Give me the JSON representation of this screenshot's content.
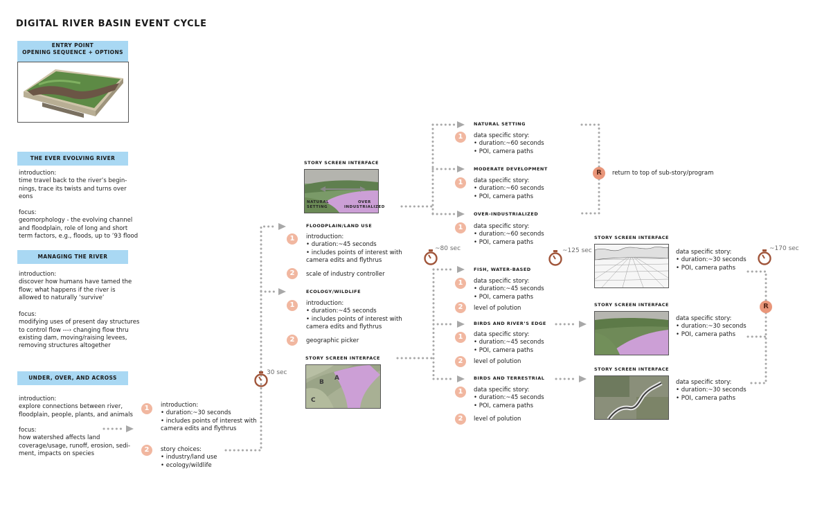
{
  "title": "DIGITAL RIVER BASIN EVENT CYCLE",
  "entry": {
    "line1": "ENTRY POINT",
    "line2": "OPENING SEQUENCE + OPTIONS"
  },
  "sections": [
    {
      "head": "THE EVER EVOLVING RIVER",
      "intro": "introduction:\ntime travel back to the river’s begin-\nnings, trace its twists and turns over\neons",
      "focus": "focus:\ngeomorphology - the evolving channel\nand floodplain, role of long and short\nterm factors, e.g., floods, up to ’93 flood"
    },
    {
      "head": "MANAGING THE RIVER",
      "intro": "introduction:\ndiscover how humans have tamed the\nflow; what happens if the river is\nallowed to naturally ‘survive’",
      "focus": "focus:\nmodifying uses of present day structures\nto control flow ---› changing flow thru\nexisting dam, moving/raising levees,\nremoving structures altogether"
    },
    {
      "head": "UNDER, OVER, AND ACROSS",
      "intro": "introduction:\nexplore connections between river,\nfloodplain, people, plants, and animals",
      "focus": "focus:\nhow watershed affects land\ncoverage/usage, runoff, erosion, sedi-\nment, impacts on species"
    }
  ],
  "entry_steps": [
    {
      "num": "1",
      "text": "introduction:\n• duration:~30 seconds\n• includes points of interest with\ncamera edits and flythrus"
    },
    {
      "num": "2",
      "text": "story choices:\n• industry/land use\n• ecology/wildlife"
    }
  ],
  "timers": {
    "t30": "30 sec",
    "t80": "~80 sec",
    "t125": "~125 sec",
    "t170": "~170 sec"
  },
  "floodplain": {
    "title": "FLOODPLAIN/LAND USE",
    "step1": {
      "num": "1",
      "text": "introduction:\n• duration:~45 seconds\n• includes points of interest with\ncamera edits and flythrus"
    },
    "step2": {
      "num": "2",
      "text": "scale of industry controller"
    }
  },
  "ecology": {
    "title": "ECOLOGY/WILDLIFE",
    "step1": {
      "num": "1",
      "text": "introduction:\n• duration:~45 seconds\n• includes points of interest with\ncamera edits and flythrus"
    },
    "step2": {
      "num": "2",
      "text": "geographic picker"
    }
  },
  "story_screen_label": "STORY SCREEN INTERFACE",
  "slider_screen": {
    "left": "NATURAL\nSETTING",
    "right": "OVER\nINDUSTRIALIZED"
  },
  "map_screen": {
    "a": "A",
    "b": "B",
    "c": "C"
  },
  "industry_stories": [
    {
      "title": "NATURAL SETTING",
      "num": "1",
      "text": "data specific story:\n• duration:~60 seconds\n• POI, camera paths"
    },
    {
      "title": "MODERATE DEVELOPMENT",
      "num": "1",
      "text": "data specific story:\n• duration:~60 seconds\n• POI, camera paths"
    },
    {
      "title": "OVER-INDUSTRIALIZED",
      "num": "1",
      "text": "data specific story:\n• duration:~60 seconds\n• POI, camera paths"
    }
  ],
  "return_badge": "R",
  "return_text": "return to top of sub-story/program",
  "wildlife_stories": [
    {
      "title": "FISH, WATER-BASED",
      "num": "1",
      "text": "data specific story:\n• duration:~45 seconds\n• POI, camera paths",
      "num2": "2",
      "text2": "level of polution"
    },
    {
      "title": "BIRDS AND RIVER’S EDGE",
      "num": "1",
      "text": "data specific story:\n• duration:~45 seconds\n• POI, camera paths",
      "num2": "2",
      "text2": "level of polution"
    },
    {
      "title": "BIRDS AND TERRESTRIAL",
      "num": "1",
      "text": "data specific story:\n• duration:~45 seconds\n• POI, camera paths",
      "num2": "2",
      "text2": "level of polution"
    }
  ],
  "final_story_text": "data specific story:\n• duration:~30 seconds\n• POI, camera paths",
  "colors": {
    "blue_header": "#a9d8f3",
    "badge": "#f1b7a0",
    "return_badge": "#e9967a",
    "timer": "#a0553a",
    "connector": "#a8a8a8",
    "river": "#cc9fd6"
  }
}
